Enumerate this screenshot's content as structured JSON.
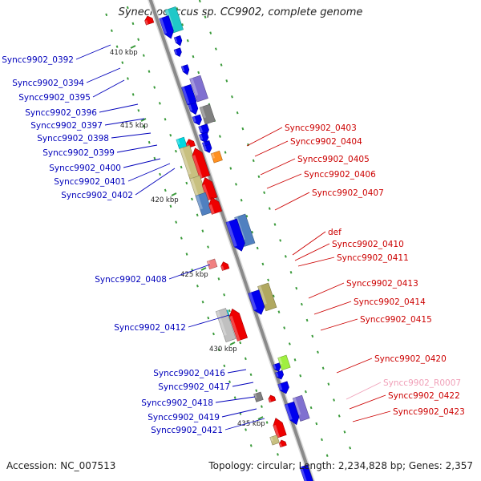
{
  "title": "Synechococcus sp. CC9902, complete genome",
  "footer": {
    "accession": "Accession: NC_007513",
    "summary": "Topology: circular; Length: 2,234,828 bp; Genes: 2,357"
  },
  "colors": {
    "backbone": "#8a8a8a",
    "tick": "#3a9a3a",
    "forward_label": "#0000bb",
    "reverse_label": "#cc0000",
    "rna_label": "#f0a0b8",
    "cds_forward": "#0000ee",
    "cds_reverse": "#ee0000",
    "rna": "#f07090"
  },
  "kbp_markers": [
    "410 kbp",
    "415 kbp",
    "420 kbp",
    "425 kbp",
    "430 kbp",
    "435 kbp"
  ],
  "forward_genes": [
    "Syncc9902_0392",
    "Syncc9902_0394",
    "Syncc9902_0395",
    "Syncc9902_0396",
    "Syncc9902_0397",
    "Syncc9902_0398",
    "Syncc9902_0399",
    "Syncc9902_0400",
    "Syncc9902_0401",
    "Syncc9902_0402",
    "Syncc9902_0408",
    "Syncc9902_0412",
    "Syncc9902_0416",
    "Syncc9902_0417",
    "Syncc9902_0418",
    "Syncc9902_0419",
    "Syncc9902_0421"
  ],
  "reverse_genes": [
    "Syncc9902_0403",
    "Syncc9902_0404",
    "Syncc9902_0405",
    "Syncc9902_0406",
    "Syncc9902_0407",
    "def",
    "Syncc9902_0410",
    "Syncc9902_0411",
    "Syncc9902_0413",
    "Syncc9902_0414",
    "Syncc9902_0415",
    "Syncc9902_0420",
    "Syncc9902_R0007",
    "Syncc9902_0422",
    "Syncc9902_0423"
  ]
}
